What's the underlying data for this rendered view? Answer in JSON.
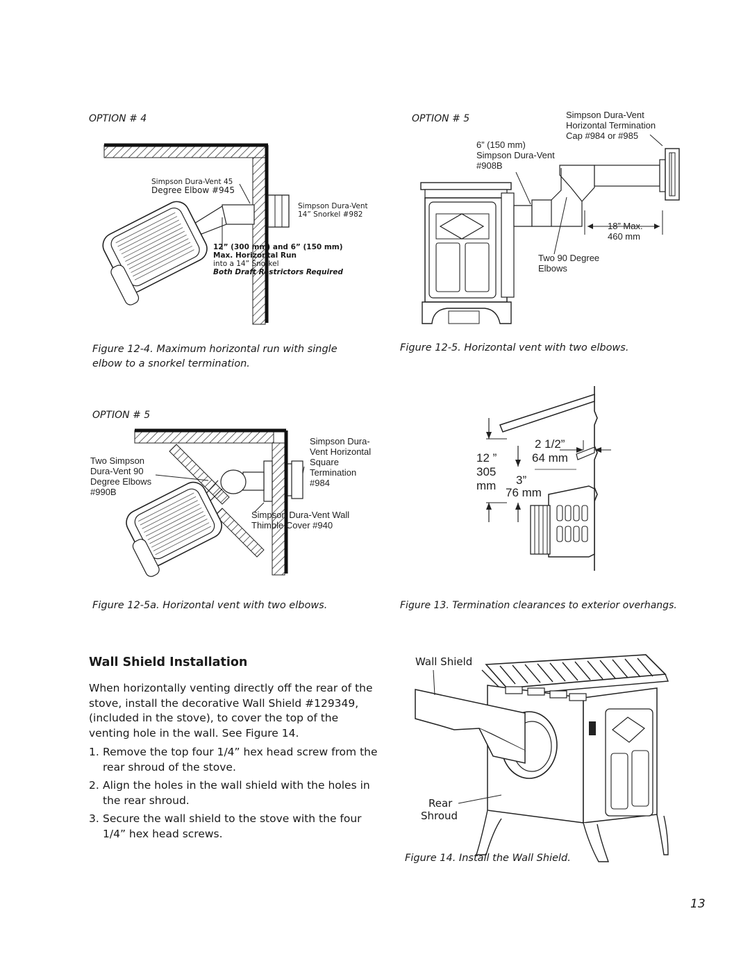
{
  "fig12_4": {
    "option": "OPTION # 4",
    "elbow_label_1": "Simpson Dura-Vent 45",
    "elbow_label_2": "Degree Elbow #945",
    "snorkel_label_1": "Simpson Dura-Vent",
    "snorkel_label_2": "14” Snorkel #982",
    "run_line_1": "12” (300 mm) and 6” (150 mm)",
    "run_line_2": "Max. Horizontal Run",
    "run_line_3": "into a 14” Snorkel",
    "restrictor_note": "Both Draft Restrictors Required",
    "caption_1": "Figure 12-4. Maximum horizontal run with single",
    "caption_2": "elbow to a snorkel termination."
  },
  "fig12_5": {
    "option": "OPTION # 5",
    "pipe_1": "6”  (150 mm)",
    "pipe_2": "Simpson Dura-Vent",
    "pipe_3": "#908B",
    "term_1": "Simpson Dura-Vent",
    "term_2": "Horizontal Termination",
    "term_3": "Cap #984 or #985",
    "max_1": "18” Max.",
    "max_2": "460 mm",
    "elbows_1": "Two 90 Degree",
    "elbows_2": "Elbows",
    "caption": "Figure 12-5. Horizontal vent with two elbows."
  },
  "fig12_5a": {
    "option": "OPTION # 5",
    "elbows_1": "Two Simpson",
    "elbows_2": "Dura-Vent 90",
    "elbows_3": "Degree Elbows",
    "elbows_4": "#990B",
    "term_1": "Simpson Dura-",
    "term_2": "Vent Horizontal",
    "term_3": "Square",
    "term_4": "Termination",
    "term_5": "#984",
    "thimble_1": "Simpson Dura-Vent Wall",
    "thimble_2": "Thimble Cover #940",
    "caption": "Figure 12-5a. Horizontal vent with two elbows."
  },
  "fig13": {
    "dim_12": "12 ”",
    "dim_305": "305",
    "dim_mm": "mm",
    "dim_2half": "2 1/2”",
    "dim_64": "64 mm",
    "dim_3": "3”",
    "dim_76": "76 mm",
    "caption": "Figure 13. Termination clearances to exterior overhangs."
  },
  "section": {
    "heading": "Wall Shield Installation",
    "intro": "When horizontally venting directly off the rear of the stove, install the decorative Wall Shield #129349, (included in the stove), to cover the top of the venting hole in the wall. See Figure 14.",
    "steps": [
      {
        "num": "1.",
        "text": "Remove the top four 1/4” hex head screw from the rear shroud of the stove."
      },
      {
        "num": "2.",
        "text": "Align the holes in the wall shield with the holes in the rear shroud."
      },
      {
        "num": "3.",
        "text": "Secure the wall shield to the stove with the four 1/4” hex head screws."
      }
    ]
  },
  "fig14": {
    "wall_shield": "Wall Shield",
    "rear": "Rear",
    "shroud": "Shroud",
    "caption": "Figure 14. Install the Wall Shield."
  },
  "page_number": "13"
}
